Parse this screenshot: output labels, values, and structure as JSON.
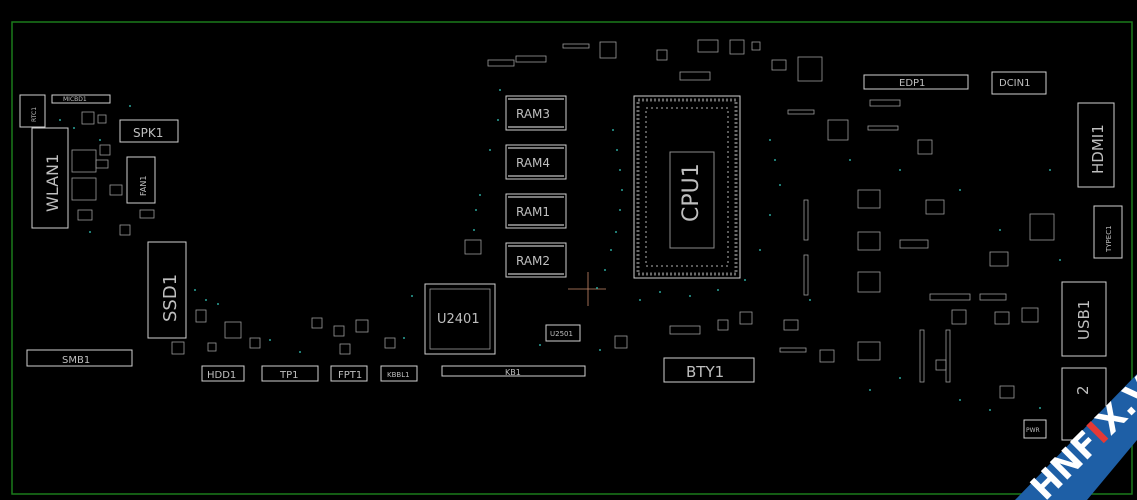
{
  "colors": {
    "background": "#000000",
    "board_outline": "#1a7a1a",
    "silkscreen": "#cfcfcf",
    "test_points": "#2aa39a",
    "watermark_band": "#1e5fa6",
    "watermark_text": "#ffffff",
    "watermark_accent": "#e53935"
  },
  "components": {
    "rtc": "RTC1",
    "micbd": "MICBD1",
    "wlan": "WLAN1",
    "spk": "SPK1",
    "fan": "FAN1",
    "ssd": "SSD1",
    "smb": "SMB1",
    "hdd": "HDD1",
    "tp": "TP1",
    "fpt": "FPT1",
    "kbbl": "KBBL1",
    "kb": "KB1",
    "u2401": "U2401",
    "u2501": "U2501",
    "ram3": "RAM3",
    "ram4": "RAM4",
    "ram1": "RAM1",
    "ram2": "RAM2",
    "cpu": "CPU1",
    "bty": "BTY1",
    "edp": "EDP1",
    "dcin": "DCIN1",
    "hdmi": "HDMI1",
    "typec": "TYPEC1",
    "usb1": "USB1",
    "usb2_partial": "2",
    "pwr_partial": "PWR"
  },
  "watermark": {
    "text_prefix": "HNF",
    "text_accent": "I",
    "text_x": "X",
    "text_suffix": ".VN"
  }
}
